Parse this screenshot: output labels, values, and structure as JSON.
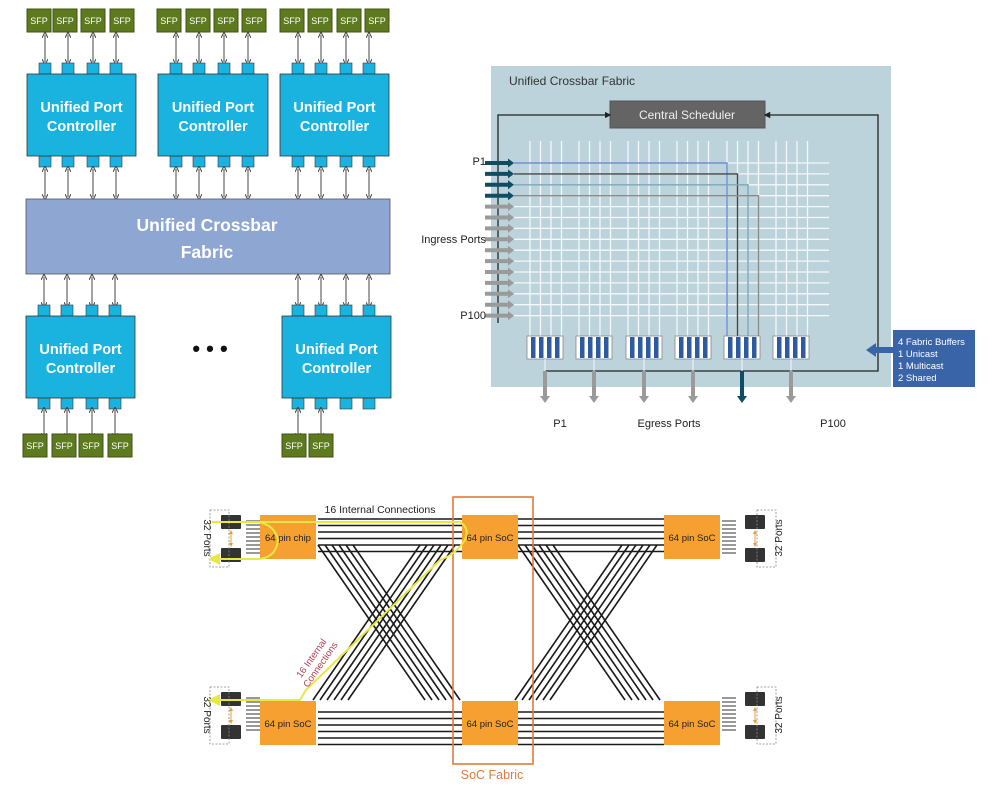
{
  "left_diagram": {
    "sfp_label": "SFP",
    "controller_label_line1": "Unified Port",
    "controller_label_line2": "Controller",
    "fabric_label_line1": "Unified Crossbar",
    "fabric_label_line2": "Fabric",
    "ellipsis": "• • •",
    "top_controllers": [
      {
        "sfp_count": 4
      },
      {
        "sfp_count": 4
      },
      {
        "sfp_count": 4
      }
    ],
    "bottom_controllers": [
      {
        "sfp_count": 4
      },
      {
        "sfp_count": 2
      }
    ],
    "colors": {
      "sfp": "#5d7a1f",
      "controller": "#1ab3e0",
      "fabric": "#8ea6d2"
    }
  },
  "right_diagram": {
    "title": "Unified Crossbar Fabric",
    "scheduler_label": "Central Scheduler",
    "ingress_label": "Ingress Ports",
    "ingress_first": "P1",
    "ingress_last": "P100",
    "ingress_arrow_count": 15,
    "ingress_highlighted": 4,
    "egress_label": "Egress Ports",
    "egress_first": "P1",
    "egress_last": "P100",
    "egress_count": 6,
    "egress_highlighted_index": 4,
    "buffer_note": [
      "4 Fabric Buffers",
      "1 Unicast",
      "1 Multicast",
      "2 Shared"
    ],
    "colors": {
      "background": "#bcd3dc",
      "scheduler": "#646464",
      "highlight": "#0e4d62",
      "buffer": "#2e5aa0",
      "note": "#3a64a8"
    }
  },
  "bottom_diagram": {
    "top_label": "16 Internal Connections",
    "diagonal_label_line1": "16 Internal",
    "diagonal_label_line2": "Connections",
    "fabric_label": "SoC Fabric",
    "ports_label": "32 Ports",
    "chips": [
      {
        "label": "64 pin chip"
      },
      {
        "label": "64 pin SoC"
      },
      {
        "label": "64 pin SoC"
      },
      {
        "label": "64 pin SoC"
      },
      {
        "label": "64 pin SoC"
      },
      {
        "label": "64 pin SoC"
      }
    ],
    "colors": {
      "chip": "#f5a030",
      "fabric_box": "#e07a3a",
      "path": "#f0f050",
      "label_red": "#b04050"
    }
  }
}
